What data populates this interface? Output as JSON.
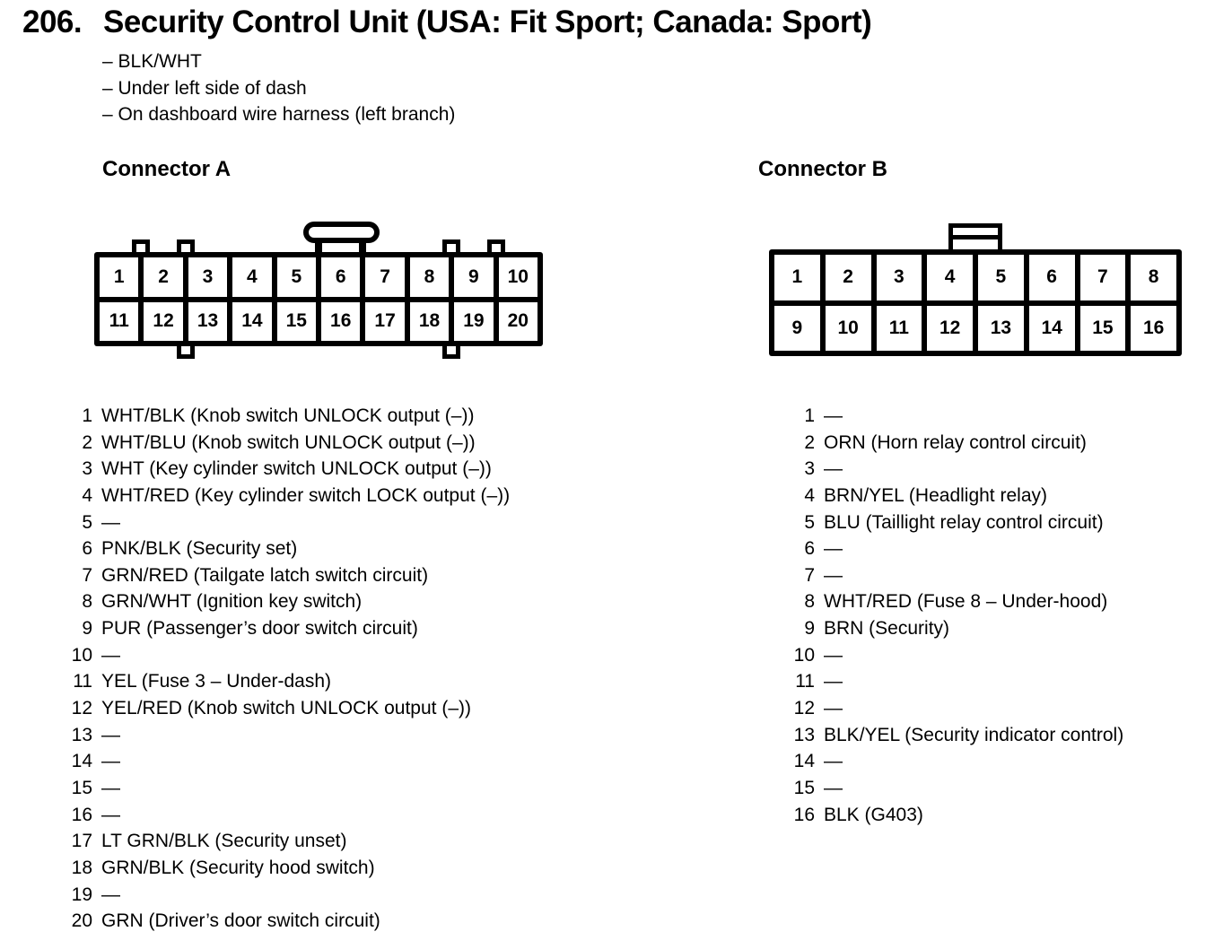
{
  "header": {
    "number": "206.",
    "title": "Security Control Unit (USA: Fit Sport; Canada: Sport)",
    "notes": [
      "– BLK/WHT",
      "– Under left side of dash",
      "– On dashboard wire harness (left branch)"
    ]
  },
  "connector_a": {
    "heading": "Connector A",
    "cells": [
      "1",
      "2",
      "3",
      "4",
      "5",
      "6",
      "7",
      "8",
      "9",
      "10",
      "11",
      "12",
      "13",
      "14",
      "15",
      "16",
      "17",
      "18",
      "19",
      "20"
    ],
    "pins": [
      {
        "pin": "1",
        "desc": "WHT/BLK (Knob switch UNLOCK output (–))"
      },
      {
        "pin": "2",
        "desc": "WHT/BLU (Knob switch UNLOCK output (–))"
      },
      {
        "pin": "3",
        "desc": "WHT (Key cylinder switch UNLOCK output (–))"
      },
      {
        "pin": "4",
        "desc": "WHT/RED (Key cylinder switch LOCK output (–))"
      },
      {
        "pin": "5",
        "desc": "—"
      },
      {
        "pin": "6",
        "desc": "PNK/BLK (Security set)"
      },
      {
        "pin": "7",
        "desc": "GRN/RED (Tailgate latch switch circuit)"
      },
      {
        "pin": "8",
        "desc": "GRN/WHT (Ignition key switch)"
      },
      {
        "pin": "9",
        "desc": "PUR (Passenger’s door switch circuit)"
      },
      {
        "pin": "10",
        "desc": "—"
      },
      {
        "pin": "11",
        "desc": "YEL (Fuse 3 – Under-dash)"
      },
      {
        "pin": "12",
        "desc": "YEL/RED (Knob switch UNLOCK output (–))"
      },
      {
        "pin": "13",
        "desc": "—"
      },
      {
        "pin": "14",
        "desc": "—"
      },
      {
        "pin": "15",
        "desc": "—"
      },
      {
        "pin": "16",
        "desc": "—"
      },
      {
        "pin": "17",
        "desc": "LT GRN/BLK (Security unset)"
      },
      {
        "pin": "18",
        "desc": "GRN/BLK (Security hood switch)"
      },
      {
        "pin": "19",
        "desc": "—"
      },
      {
        "pin": "20",
        "desc": "GRN (Driver’s door switch circuit)"
      }
    ]
  },
  "connector_b": {
    "heading": "Connector B",
    "cells": [
      "1",
      "2",
      "3",
      "4",
      "5",
      "6",
      "7",
      "8",
      "9",
      "10",
      "11",
      "12",
      "13",
      "14",
      "15",
      "16"
    ],
    "pins": [
      {
        "pin": "1",
        "desc": "—"
      },
      {
        "pin": "2",
        "desc": "ORN (Horn relay control circuit)"
      },
      {
        "pin": "3",
        "desc": "—"
      },
      {
        "pin": "4",
        "desc": "BRN/YEL (Headlight relay)"
      },
      {
        "pin": "5",
        "desc": "BLU (Taillight relay control circuit)"
      },
      {
        "pin": "6",
        "desc": "—"
      },
      {
        "pin": "7",
        "desc": "—"
      },
      {
        "pin": "8",
        "desc": "WHT/RED (Fuse 8 – Under-hood)"
      },
      {
        "pin": "9",
        "desc": "BRN (Security)"
      },
      {
        "pin": "10",
        "desc": "—"
      },
      {
        "pin": "11",
        "desc": "—"
      },
      {
        "pin": "12",
        "desc": "—"
      },
      {
        "pin": "13",
        "desc": "BLK/YEL (Security indicator control)"
      },
      {
        "pin": "14",
        "desc": "—"
      },
      {
        "pin": "15",
        "desc": "—"
      },
      {
        "pin": "16",
        "desc": "BLK (G403)"
      }
    ]
  },
  "colors": {
    "ink": "#000000",
    "paper": "#ffffff"
  }
}
